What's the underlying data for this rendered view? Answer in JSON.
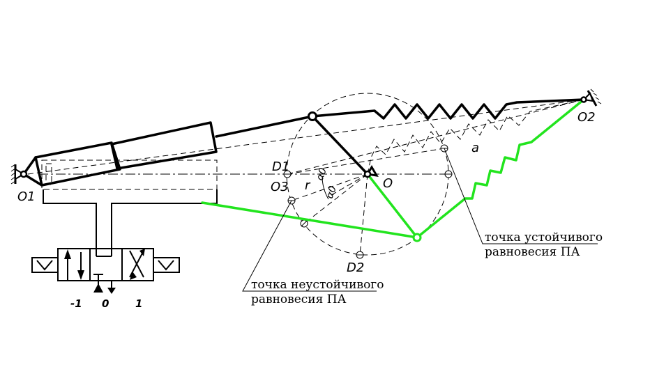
{
  "labels": {
    "o1": "O1",
    "o2": "O2",
    "o3": "O3",
    "o": "O",
    "d1": "D1",
    "d2": "D2",
    "r": "r",
    "a": "a",
    "alpha1": "α0",
    "alpha2": "α0"
  },
  "valve": {
    "pos_minus": "-1",
    "pos_zero": "0",
    "pos_plus": "1"
  },
  "notes": {
    "stable_line1": "точка устойчивого",
    "stable_line2": "равновесия ПА",
    "unstable_line1": "точка неустойчивого",
    "unstable_line2": "равновесия ПА"
  },
  "colors": {
    "line": "#000000",
    "highlight": "#22e41e"
  }
}
